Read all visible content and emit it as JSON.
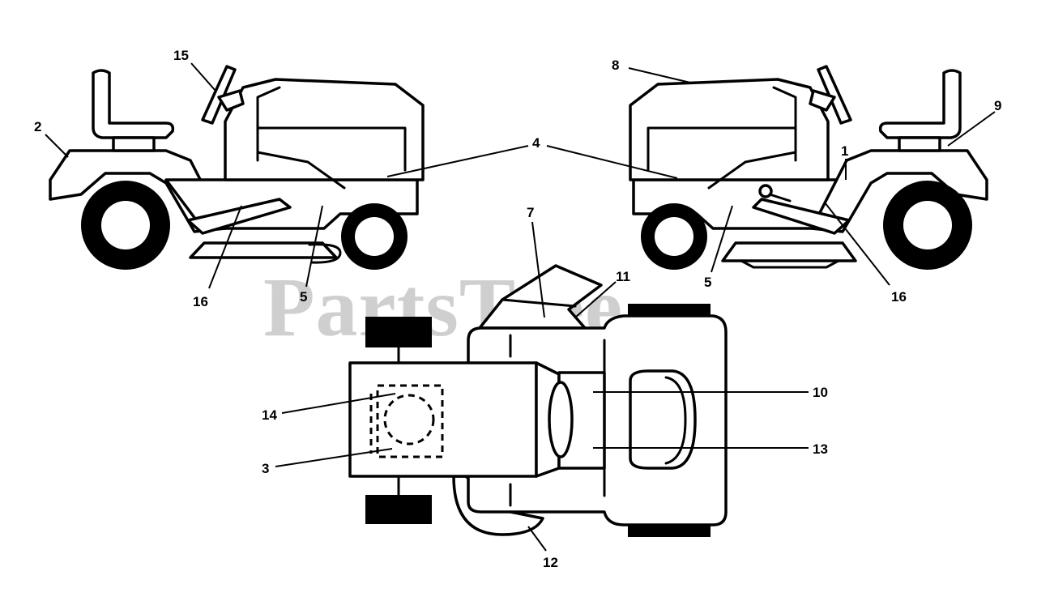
{
  "watermark": "PartsTree",
  "callouts": {
    "c1": "1",
    "c2": "2",
    "c3": "3",
    "c4": "4",
    "c5a": "5",
    "c5b": "5",
    "c7": "7",
    "c8": "8",
    "c9": "9",
    "c10": "10",
    "c11": "11",
    "c12": "12",
    "c13": "13",
    "c14": "14",
    "c15": "15",
    "c16a": "16",
    "c16b": "16"
  }
}
